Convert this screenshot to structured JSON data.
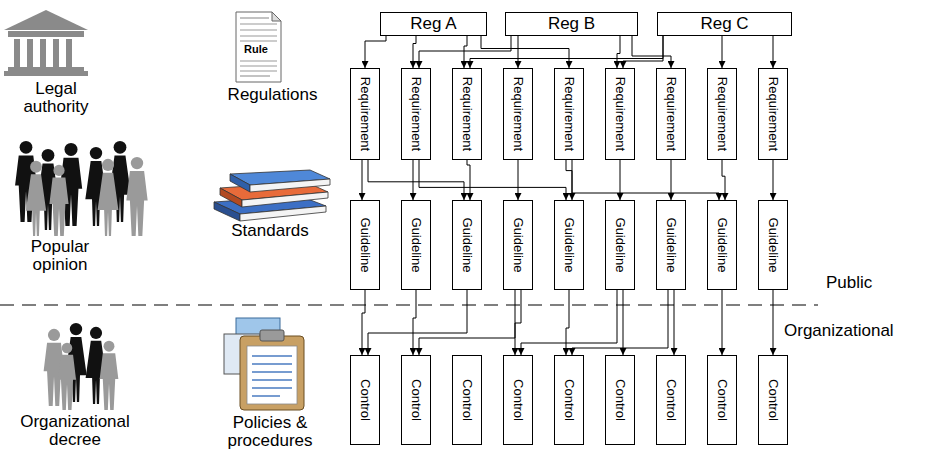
{
  "diagram": {
    "nodes": [
      {
        "text": [
          "Reg A"
        ]
      },
      {
        "text": [
          "Reg B"
        ]
      },
      {
        "text": [
          "Reg C"
        ]
      },
      {
        "text": [
          "Requirement"
        ]
      },
      {
        "text": [
          "Requirement"
        ]
      },
      {
        "text": [
          "Requirement"
        ]
      },
      {
        "text": [
          "Requirement"
        ]
      },
      {
        "text": [
          "Requirement"
        ]
      },
      {
        "text": [
          "Requirement"
        ]
      },
      {
        "text": [
          "Requirement"
        ]
      },
      {
        "text": [
          "Requirement"
        ]
      },
      {
        "text": [
          "Requirement"
        ]
      },
      {
        "text": [
          "Guideline"
        ]
      },
      {
        "text": [
          "Guideline"
        ]
      },
      {
        "text": [
          "Guideline"
        ]
      },
      {
        "text": [
          "Guideline"
        ]
      },
      {
        "text": [
          "Guideline"
        ]
      },
      {
        "text": [
          "Guideline"
        ]
      },
      {
        "text": [
          "Guideline"
        ]
      },
      {
        "text": [
          "Guideline"
        ]
      },
      {
        "text": [
          "Guideline"
        ]
      },
      {
        "text": [
          "Control"
        ]
      },
      {
        "text": [
          "Control"
        ]
      },
      {
        "text": [
          "Control"
        ]
      },
      {
        "text": [
          "Control"
        ]
      },
      {
        "text": [
          "Control"
        ]
      },
      {
        "text": [
          "Control"
        ]
      },
      {
        "text": [
          "Control"
        ]
      },
      {
        "text": [
          "Control"
        ]
      },
      {
        "text": [
          "Control"
        ]
      }
    ],
    "edges": [
      {
        "from": 0,
        "to": 3,
        "arrow": "to"
      },
      {
        "from": 0,
        "to": 4,
        "arrow": "to"
      },
      {
        "from": 0,
        "to": 5,
        "arrow": "to"
      },
      {
        "from": 0,
        "to": 7,
        "arrow": "to"
      },
      {
        "from": 1,
        "to": 4,
        "arrow": "to"
      },
      {
        "from": 1,
        "to": 6,
        "arrow": "to"
      },
      {
        "from": 1,
        "to": 8,
        "arrow": "to"
      },
      {
        "from": 1,
        "to": 9,
        "arrow": "to"
      },
      {
        "from": 2,
        "to": 5,
        "arrow": "to"
      },
      {
        "from": 2,
        "to": 8,
        "arrow": "to"
      },
      {
        "from": 2,
        "to": 10,
        "arrow": "to"
      },
      {
        "from": 2,
        "to": 11,
        "arrow": "to"
      },
      {
        "from": 3,
        "to": 12,
        "arrow": "to"
      },
      {
        "from": 4,
        "to": 13,
        "arrow": "to"
      },
      {
        "from": 5,
        "to": 14,
        "arrow": "to"
      },
      {
        "from": 6,
        "to": 15,
        "arrow": "to"
      },
      {
        "from": 7,
        "to": 16,
        "arrow": "to"
      },
      {
        "from": 8,
        "to": 17,
        "arrow": "to"
      },
      {
        "from": 9,
        "to": 18,
        "arrow": "to"
      },
      {
        "from": 10,
        "to": 19,
        "arrow": "to"
      },
      {
        "from": 11,
        "to": 20,
        "arrow": "to"
      },
      {
        "from": 3,
        "to": 14,
        "arrow": "to"
      },
      {
        "from": 4,
        "to": 16,
        "arrow": "to"
      },
      {
        "from": 7,
        "to": 19,
        "arrow": "to"
      },
      {
        "from": 12,
        "to": 21,
        "arrow": "to"
      },
      {
        "from": 13,
        "to": 22,
        "arrow": "to"
      },
      {
        "from": 15,
        "to": 24,
        "arrow": "to"
      },
      {
        "from": 16,
        "to": 25,
        "arrow": "to"
      },
      {
        "from": 17,
        "to": 26,
        "arrow": "to"
      },
      {
        "from": 18,
        "to": 27,
        "arrow": "to"
      },
      {
        "from": 19,
        "to": 28,
        "arrow": "to"
      },
      {
        "from": 20,
        "to": 29,
        "arrow": "to"
      },
      {
        "from": 14,
        "to": 21,
        "arrow": "to"
      },
      {
        "from": 15,
        "to": 22,
        "arrow": "to"
      },
      {
        "from": 17,
        "to": 24,
        "arrow": "to"
      },
      {
        "from": 18,
        "to": 25,
        "arrow": "to"
      }
    ],
    "labels": [
      "Legal authority",
      "Rule",
      "Regulations",
      "Popular opinion",
      "Standards",
      "Organizational decree",
      "Policies & procedures",
      "Public",
      "Organizational"
    ]
  }
}
